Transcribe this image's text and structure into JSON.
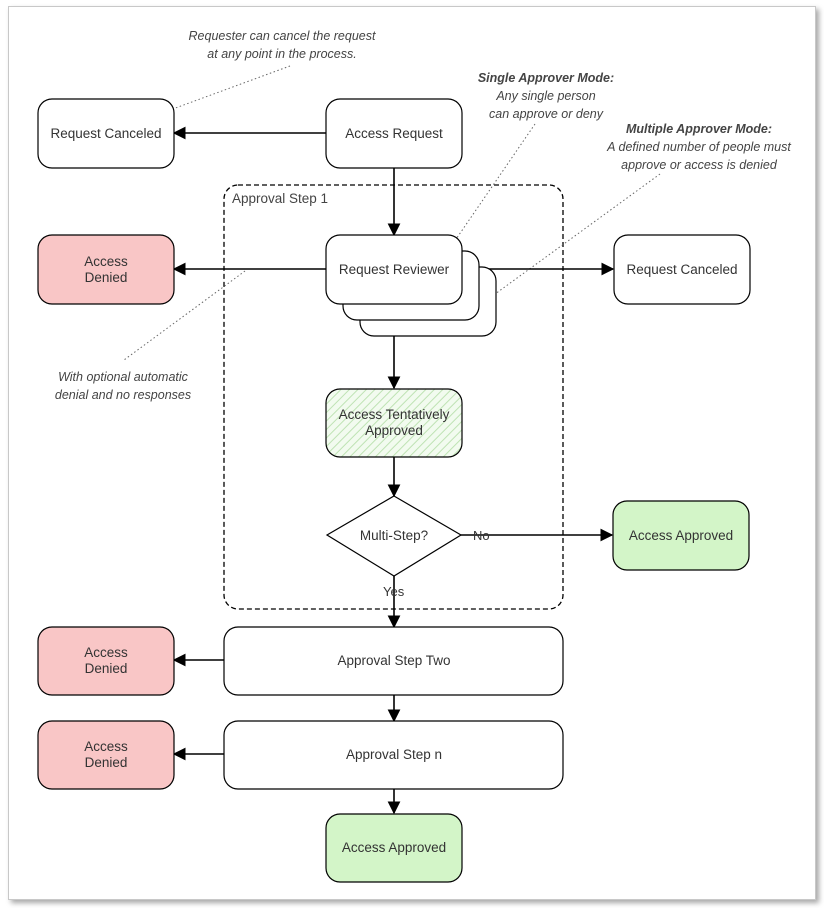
{
  "notes": {
    "cancel_note": [
      "Requester can cancel the request",
      "at any point in the process."
    ],
    "single_mode_title": "Single Approver Mode:",
    "single_mode_text": [
      "Any single person",
      "can approve or deny"
    ],
    "multi_mode_title": "Multiple Approver Mode:",
    "multi_mode_text": [
      "A defined number of people must",
      "approve or access is denied"
    ],
    "denial_note": [
      "With optional automatic",
      "denial and no responses"
    ]
  },
  "group": {
    "label": "Approval Step 1"
  },
  "nodes": {
    "request_canceled_top": "Request Canceled",
    "access_request": "Access Request",
    "access_denied_1": [
      "Access",
      "Denied"
    ],
    "request_reviewer": "Request Reviewer",
    "request_canceled_right": "Request Canceled",
    "tentatively_approved": [
      "Access Tentatively",
      "Approved"
    ],
    "multi_step": "Multi-Step?",
    "access_approved_right": "Access Approved",
    "access_denied_2": [
      "Access",
      "Denied"
    ],
    "approval_step_two": "Approval Step Two",
    "access_denied_3": [
      "Access",
      "Denied"
    ],
    "approval_step_n": "Approval Step n",
    "access_approved_bottom": "Access Approved"
  },
  "edge_labels": {
    "no": "No",
    "yes": "Yes"
  },
  "colors": {
    "denied_fill": "#f9c6c6",
    "approved_fill": "#d3f5c8",
    "tentative_hatch": "#c9e9c0",
    "stroke": "#000000"
  }
}
